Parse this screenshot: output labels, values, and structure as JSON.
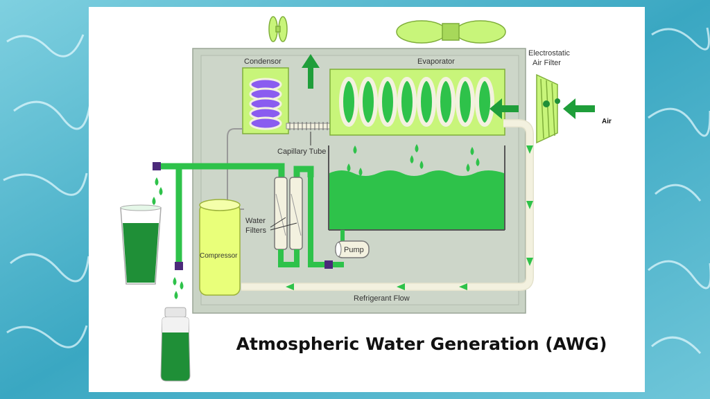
{
  "title": "Atmospheric Water Generation (AWG)",
  "labels": {
    "condensor": "Condensor",
    "evaporator": "Evaporator",
    "electrostatic_line1": "Electrostatic",
    "electrostatic_line2": "Air Filter",
    "air": "Air",
    "capillary_tube": "Capillary Tube",
    "water_line1": "Water",
    "water_line2": "Filters",
    "pump": "Pump",
    "compressor": "Compressor",
    "refrigerant_flow": "Refrigerant Flow"
  },
  "colors": {
    "background_water": "#4fb3c9",
    "housing": "#c9d3c5",
    "light_green": "#c8f57a",
    "bright_green": "#2ec24a",
    "dark_green": "#1f8f37",
    "pipe_cream": "#f3f1df",
    "connector_purple": "#4b2a7a",
    "coil_purple": "#8a5cf0"
  }
}
